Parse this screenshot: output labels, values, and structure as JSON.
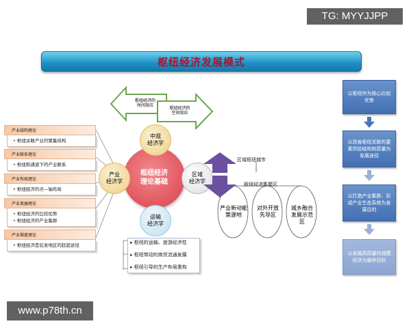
{
  "watermarks": {
    "top_right": "TG: MYYJJPP",
    "bottom_left": "www.p78th.cn"
  },
  "banner": {
    "title": "枢纽经济发展模式"
  },
  "top_arrows": {
    "time_effect": "枢纽经济的\n时间效应",
    "space_effect": "枢纽经济的\n空间效应"
  },
  "left_theories": [
    {
      "header": "产业结构理论",
      "items": [
        "枢纽关联产业的聚集结构"
      ]
    },
    {
      "header": "产业联系理论",
      "items": [
        "枢纽和通道下的产业联系"
      ]
    },
    {
      "header": "产业布局理论",
      "items": [
        "枢纽经济的点—轴布局"
      ]
    },
    {
      "header": "产业发展理论",
      "items": [
        "枢纽经济的比较优势",
        "枢纽经济的产业集群"
      ]
    },
    {
      "header": "产业梯度理论",
      "items": [
        "枢纽经济是后发地区的赶超途径"
      ]
    }
  ],
  "center": {
    "core": "枢纽经济\n理论基础",
    "top": "中观\n经济学",
    "left": "产业\n经济学",
    "right": "区域\n经济学",
    "bottom": "运输\n经济学"
  },
  "transport_points": [
    "枢纽的运输、旅游经济性",
    "枢纽带动的商贸流通发展",
    "枢纽引导的生产布局重构"
  ],
  "region": {
    "hub_city": "区域枢纽城市",
    "cluster": "枢纽经济集聚区",
    "branches": [
      "产业新动能\n策源地",
      "对外开放\n先导区",
      "城乡融合\n发展示范\n区"
    ]
  },
  "right_steps": [
    "以枢纽作为核心比较优势",
    "以改善枢纽关联的要素供给结构和质量为发展途径",
    "以打造产业集群、形成产业生态系统为发展目的",
    "以发展高质量的规模经济为最终目标"
  ],
  "colors": {
    "banner": "#1d8fc4",
    "core": "#e8636b",
    "satellite": "#f3d79a",
    "steps": "#4a76b8",
    "region_arrows": "#6b4fa0"
  }
}
